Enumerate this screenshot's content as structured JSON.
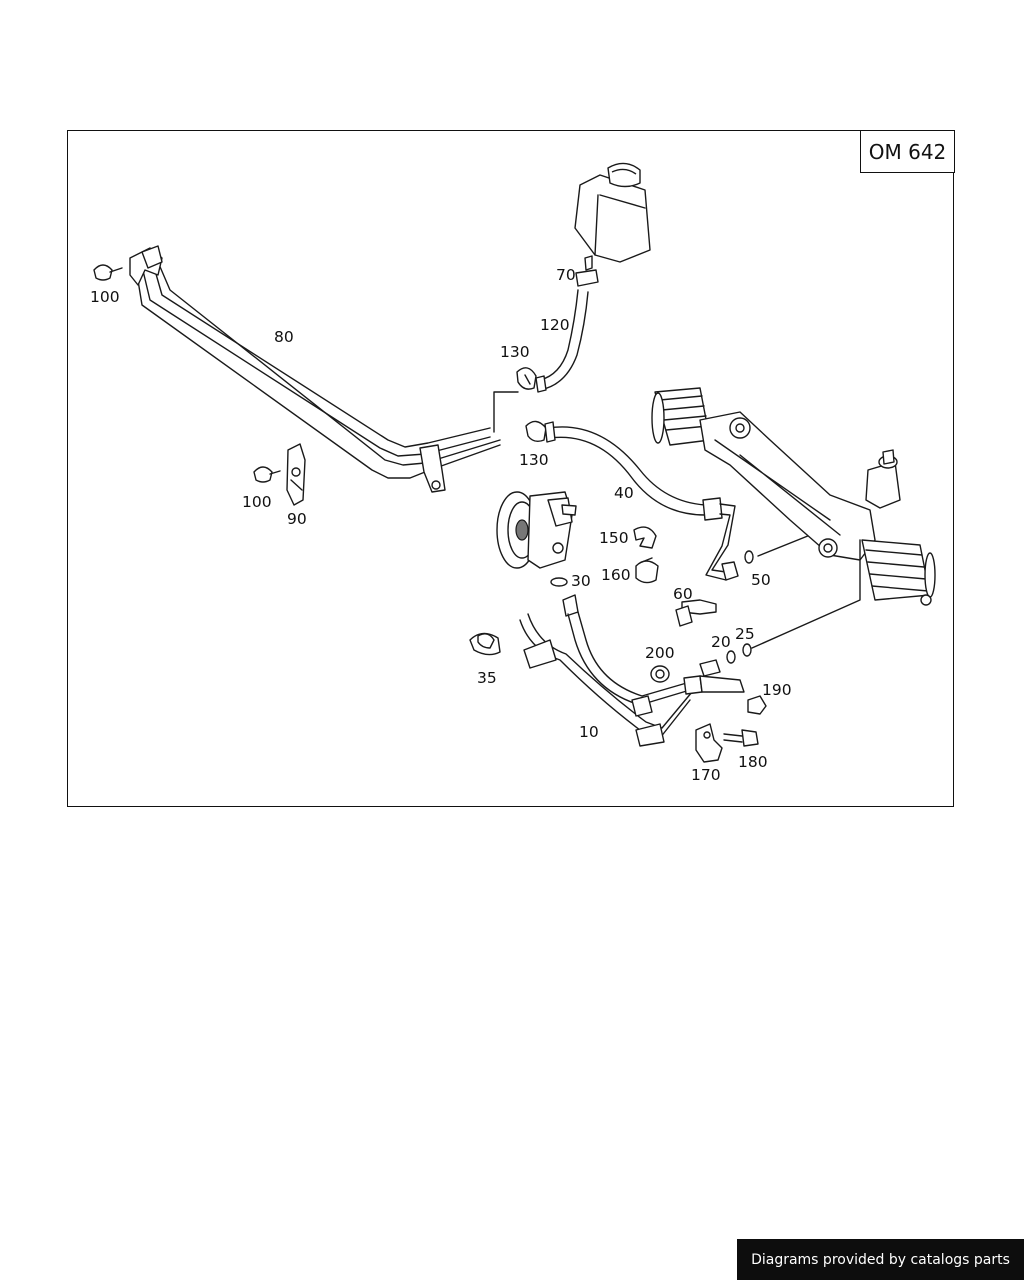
{
  "diagram": {
    "engine_code": "OM 642",
    "parts": [
      {
        "key": "p10",
        "label": "10"
      },
      {
        "key": "p20",
        "label": "20"
      },
      {
        "key": "p25",
        "label": "25"
      },
      {
        "key": "p30",
        "label": "30"
      },
      {
        "key": "p35",
        "label": "35"
      },
      {
        "key": "p40",
        "label": "40"
      },
      {
        "key": "p50",
        "label": "50"
      },
      {
        "key": "p60",
        "label": "60"
      },
      {
        "key": "p70",
        "label": "70"
      },
      {
        "key": "p80",
        "label": "80"
      },
      {
        "key": "p90",
        "label": "90"
      },
      {
        "key": "p100a",
        "label": "100"
      },
      {
        "key": "p100b",
        "label": "100"
      },
      {
        "key": "p120",
        "label": "120"
      },
      {
        "key": "p130a",
        "label": "130"
      },
      {
        "key": "p130b",
        "label": "130"
      },
      {
        "key": "p150",
        "label": "150"
      },
      {
        "key": "p160",
        "label": "160"
      },
      {
        "key": "p170",
        "label": "170"
      },
      {
        "key": "p180",
        "label": "180"
      },
      {
        "key": "p190",
        "label": "190"
      },
      {
        "key": "p200",
        "label": "200"
      }
    ]
  },
  "footer": {
    "credit": "Diagrams provided by catalogs parts"
  }
}
